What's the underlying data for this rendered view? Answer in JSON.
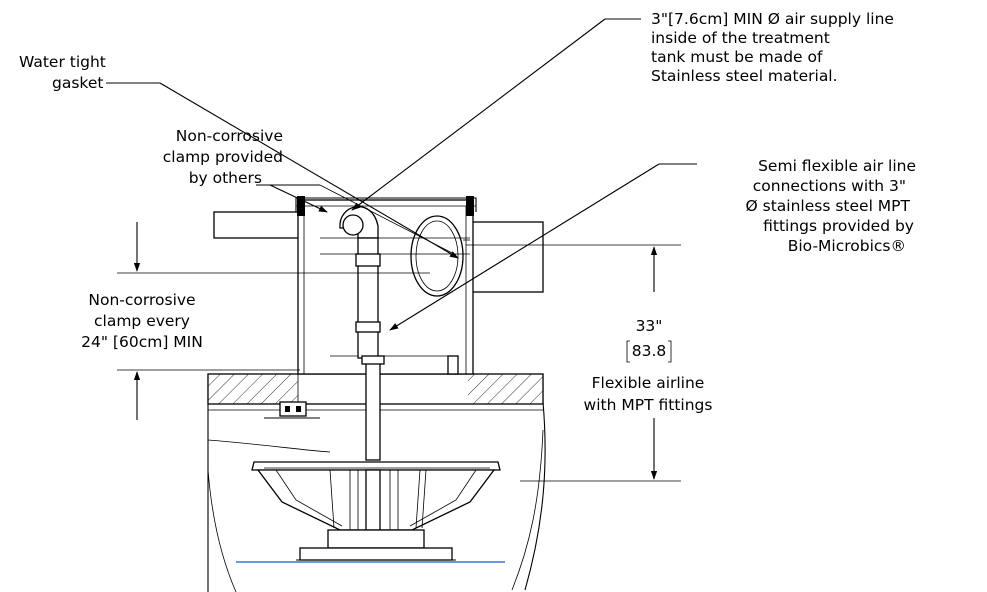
{
  "labels": {
    "air_supply": [
      "3\"[7.6cm] MIN Ø air supply line",
      "inside of the treatment",
      "tank must be made of",
      "Stainless steel material."
    ],
    "gasket": [
      "Water tight",
      "gasket"
    ],
    "clamp_top": [
      "Non-corrosive",
      "clamp provided",
      "by others"
    ],
    "semi_flexible": [
      "Semi flexible air line",
      "connections with 3\"",
      "Ø stainless steel MPT",
      "fittings  provided by",
      "Bio-Microbics®"
    ],
    "clamp_every": [
      "Non-corrosive",
      "clamp every",
      "24\" [60cm] MIN"
    ],
    "dimension": [
      "33\"",
      "83.8"
    ],
    "flexible_airline": [
      "Flexible airline",
      "with MPT fittings"
    ]
  },
  "colors": {
    "line": "#000000",
    "water_level": "#2a7fd4"
  }
}
